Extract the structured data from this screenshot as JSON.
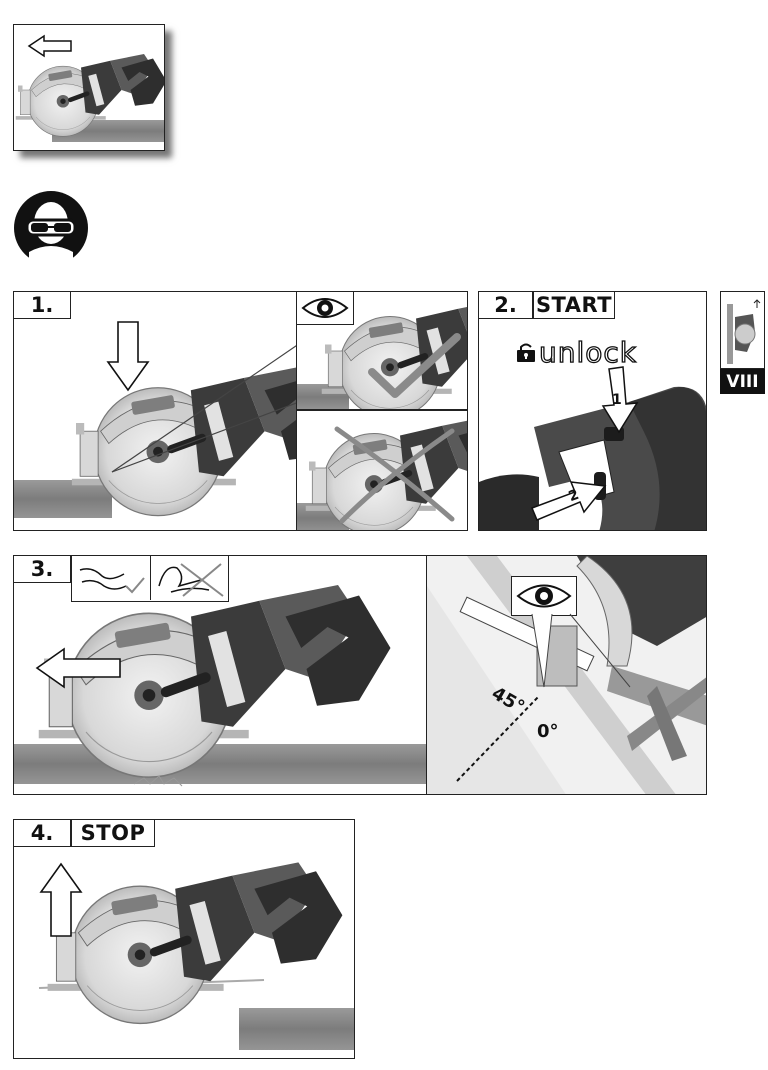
{
  "colors": {
    "ink": "#111111",
    "saw_dark": "#3b3b3b",
    "saw_mid": "#8a8a8a",
    "blade": "#dcdcdc",
    "rail": "#7a7a7a"
  },
  "section_intro": {
    "icon": "arrow-left-icon"
  },
  "ppe": {
    "icon": "safety-goggles-icon"
  },
  "step1": {
    "number": "1.",
    "icons": [
      "arrow-down-icon",
      "eye-icon",
      "checkmark-icon",
      "cross-icon"
    ]
  },
  "step2": {
    "number": "2.",
    "label": "START",
    "unlock_text": "unlock",
    "callouts": [
      "1",
      "2"
    ],
    "icons": [
      "padlock-icon"
    ]
  },
  "step3": {
    "number": "3.",
    "angle_45": "45°",
    "angle_0": "0°",
    "icons": [
      "relaxed-arm-check-icon",
      "tense-arm-cross-icon",
      "arrow-left-icon",
      "eye-icon"
    ]
  },
  "step4": {
    "number": "4.",
    "label": "STOP",
    "icons": [
      "arrow-up-icon"
    ]
  },
  "side_tab": {
    "label": "VIII"
  }
}
